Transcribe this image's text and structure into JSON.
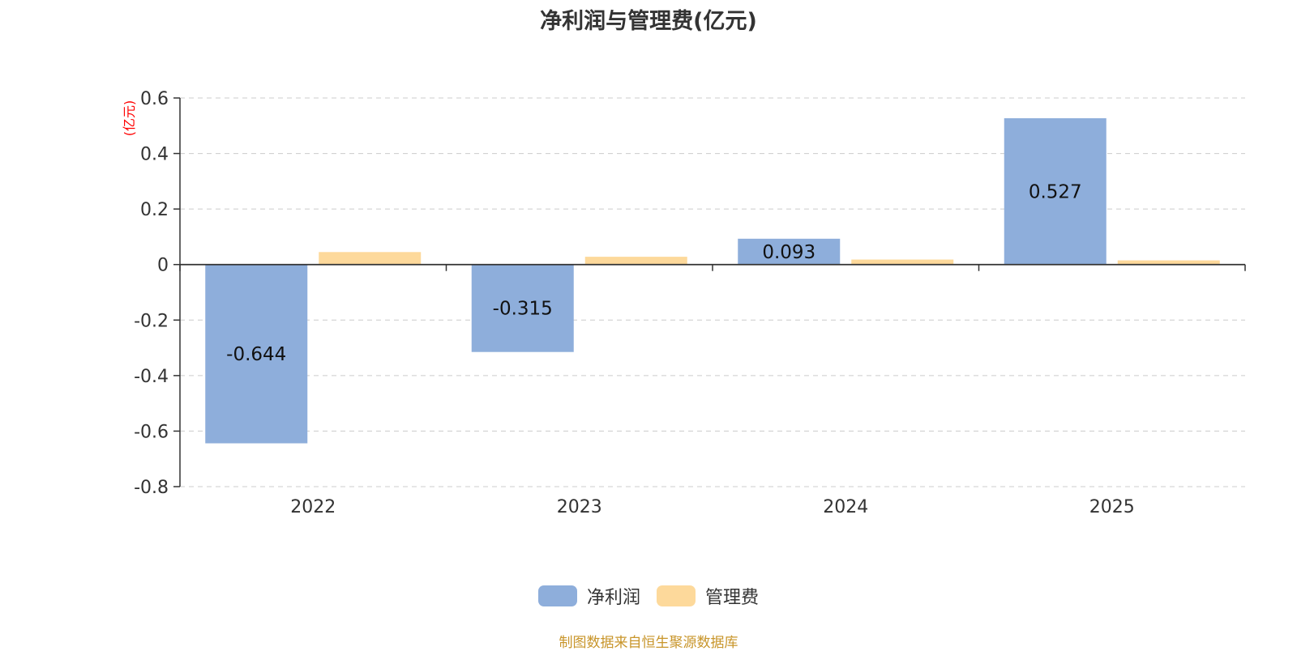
{
  "chart_data": {
    "type": "bar",
    "title": "净利润与管理费(亿元)",
    "ylabel": "(亿元)",
    "categories": [
      "2022",
      "2023",
      "2024",
      "2025"
    ],
    "series": [
      {
        "name": "净利润",
        "values": [
          -0.644,
          -0.315,
          0.093,
          0.527
        ],
        "color": "#8eaedb",
        "data_labels": [
          "-0.644",
          "-0.315",
          "0.093",
          "0.527"
        ]
      },
      {
        "name": "管理费",
        "values": [
          0.045,
          0.028,
          0.018,
          0.015
        ],
        "color": "#fdd99b"
      }
    ],
    "ylim": [
      -0.8,
      0.6
    ],
    "yticks": [
      0.6,
      0.4,
      0.2,
      0,
      -0.2,
      -0.4,
      -0.6,
      -0.8
    ],
    "ytick_labels": [
      "0.6",
      "0.4",
      "0.2",
      "0",
      "-0.2",
      "-0.4",
      "-0.6",
      "-0.8"
    ],
    "grid": true,
    "legend_position": "bottom-center",
    "ylabel_color": "#ff0000"
  },
  "source_text": "制图数据来自恒生聚源数据库"
}
